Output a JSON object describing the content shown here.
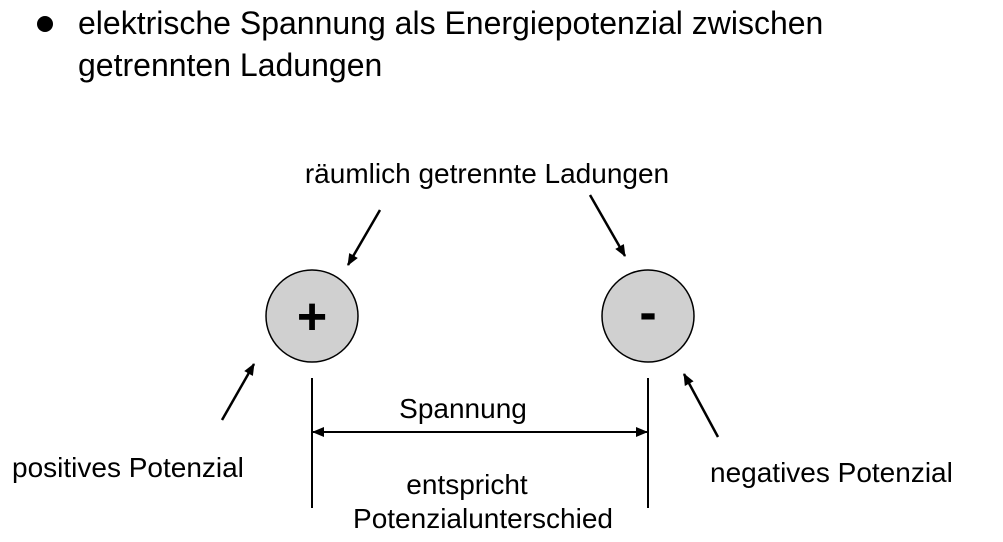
{
  "bullet": {
    "line1": "elektrische Spannung als Energiepotenzial zwischen",
    "line2": "getrennten Ladungen"
  },
  "diagram": {
    "separated_charges_label": "räumlich getrennte Ladungen",
    "positive_charge_symbol": "+",
    "negative_charge_symbol": "-",
    "positive_potential_label": "positives Potenzial",
    "negative_potential_label": "negatives Potenzial",
    "voltage_label": "Spannung",
    "equivalent_line1": "entspricht",
    "equivalent_line2": "Potenzialunterschied",
    "charge_fill_color": "#d0d0d0"
  }
}
